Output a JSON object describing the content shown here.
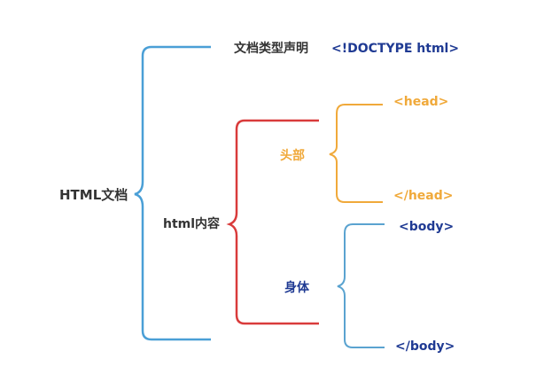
{
  "nodes": {
    "root": "HTML文档",
    "doctype_label": "文档类型声明",
    "doctype_code": "<!DOCTYPE html>",
    "content": "html内容",
    "head_label": "头部",
    "head_open": "<head>",
    "head_close": "</head>",
    "body_label": "身体",
    "body_open": "<body>",
    "body_close": "</body>"
  },
  "colors": {
    "blue_bracket": "#4a9fd6",
    "red_bracket": "#d93b3b",
    "orange": "#f0a93a",
    "dark_blue": "#1f3a93",
    "body_bracket": "#5aa3d0",
    "dark_text": "#333333"
  }
}
